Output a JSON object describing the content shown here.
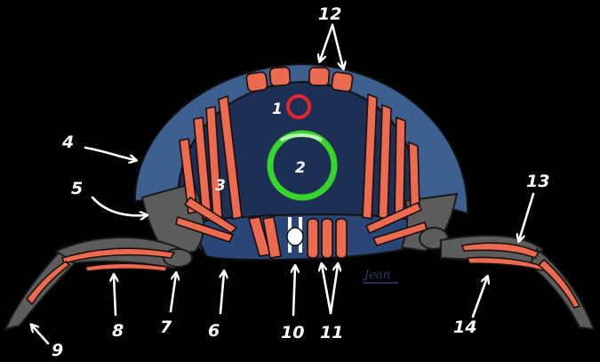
{
  "labels": {
    "l1": "1",
    "l2": "2",
    "l3": "3",
    "l4": "4",
    "l5": "5",
    "l6": "6",
    "l7": "7",
    "l8": "8",
    "l9": "9",
    "l10": "10",
    "l11": "11",
    "l12": "12",
    "l13": "13",
    "l14": "14"
  },
  "signature": "Jean",
  "colors": {
    "background": "#000000",
    "carapace": "#3d5f8f",
    "body_cavity": "#1e2f55",
    "muscle": "#ec6a50",
    "leg": "#5c5c5c",
    "ring_heart": "#e8232a",
    "ring_gut": "#35d52a",
    "labels": "#ffffff"
  }
}
